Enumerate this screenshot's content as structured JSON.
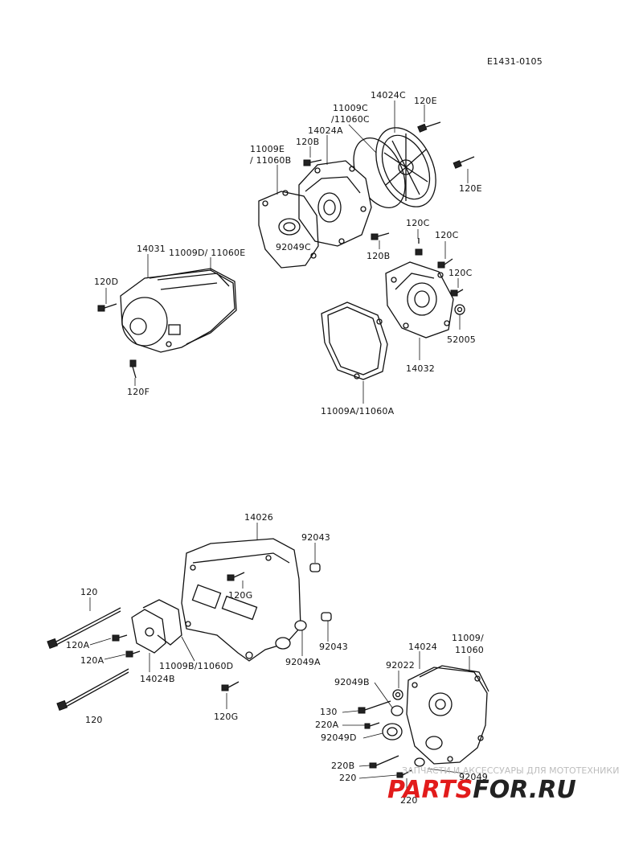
{
  "diagram_id": "E1431-0105",
  "labels": {
    "top": {
      "p14024C": "14024C",
      "p120E_a": "120E",
      "p11009C": "11009C",
      "p11060C": "/11060C",
      "p14024A": "14024A",
      "p120B_a": "120B",
      "p11009E": "11009E",
      "p11060B": "/ 11060B",
      "p120E_b": "120E",
      "p92049C": "92049C",
      "p120B_b": "120B",
      "p120C_a": "120C",
      "p120C_b": "120C",
      "p120C_c": "120C",
      "p14031": "14031",
      "p11009D": "11009D/ 11060E",
      "p120D": "120D",
      "p52005": "52005",
      "p14032": "14032",
      "p120F": "120F",
      "p11009A": "11009A/11060A"
    },
    "bottom": {
      "p14026": "14026",
      "p92043_a": "92043",
      "p120_a": "120",
      "p120G_a": "120G",
      "p120A_a": "120A",
      "p92043_b": "92043",
      "p120A_b": "120A",
      "p11009B": "11009B/11060D",
      "p92049A": "92049A",
      "p14024B": "14024B",
      "p11009": "11009/",
      "p11060": "11060",
      "p14024": "14024",
      "p92022": "92022",
      "p92049B": "92049B",
      "p120_b": "120",
      "p120G_b": "120G",
      "p130": "130",
      "p220A": "220A",
      "p92049D": "92049D",
      "p220B": "220B",
      "p220": "220",
      "p92049": "92049",
      "p220_b": "220"
    }
  },
  "watermark": {
    "caption": "ЗАПЧАСТИ И АКСЕССУАРЫ ДЛЯ МОТОТЕХНИКИ",
    "logo_left": "PARTS",
    "logo_right": "FOR.RU",
    "color_red": "#e21b1b",
    "color_dark": "#222222"
  }
}
